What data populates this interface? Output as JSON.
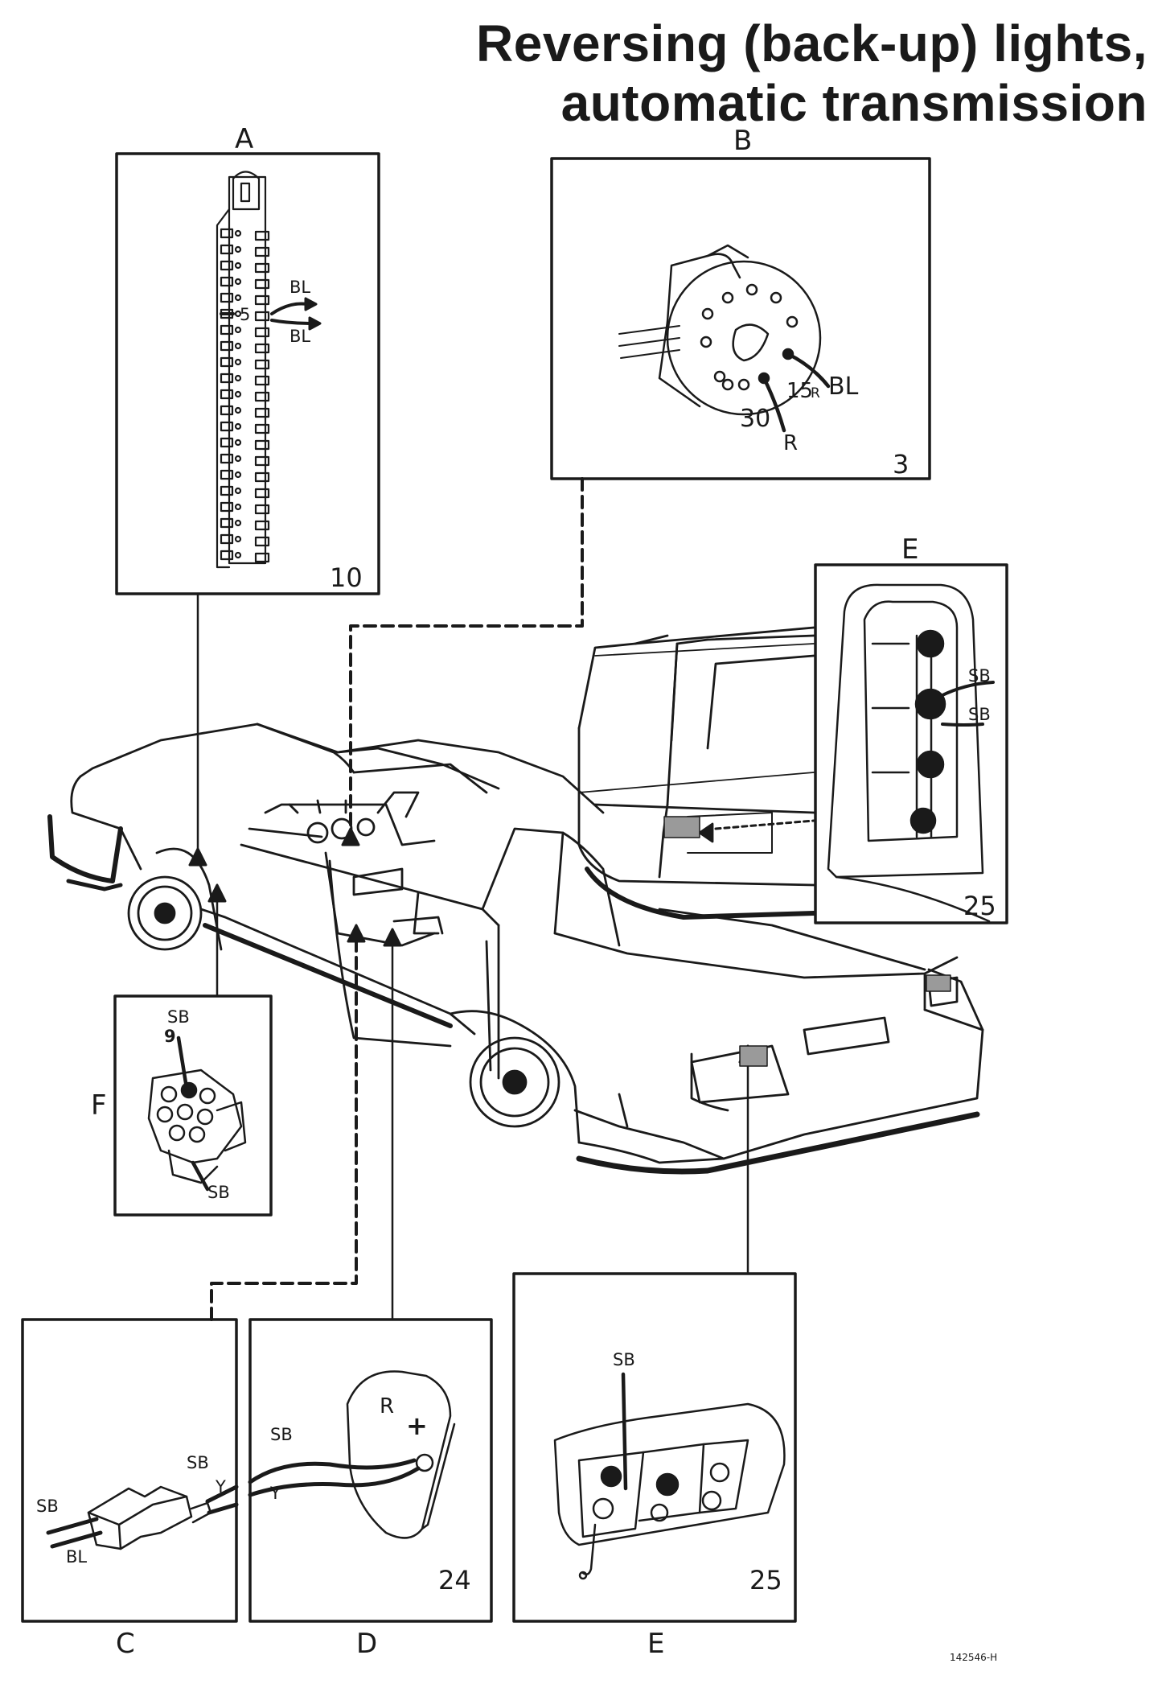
{
  "title": {
    "line1": "Reversing (back-up) lights,",
    "line2": "automatic transmission"
  },
  "panels": {
    "A": {
      "letter": "A",
      "number": "10",
      "labels": {
        "bl_top": "BL",
        "bl_bottom": "BL",
        "pin": "5"
      }
    },
    "B": {
      "letter": "B",
      "number": "3",
      "labels": {
        "term15": "15",
        "term15_sub": "R",
        "bl": "BL",
        "term30": "30",
        "r": "R"
      }
    },
    "E_top": {
      "letter": "E",
      "number": "25",
      "labels": {
        "sb1": "SB",
        "sb2": "SB"
      }
    },
    "F": {
      "letter": "F",
      "labels": {
        "sb_top": "SB",
        "pin9": "9",
        "sb_bottom": "SB"
      }
    },
    "C": {
      "letter": "C",
      "labels": {
        "sb_left": "SB",
        "bl": "BL",
        "sb_right": "SB",
        "y": "Y"
      }
    },
    "D": {
      "letter": "D",
      "number": "24",
      "labels": {
        "sb": "SB",
        "y": "Y",
        "r": "R",
        "plus": "+"
      }
    },
    "E_bottom": {
      "letter": "E",
      "number": "25",
      "labels": {
        "sb": "SB"
      }
    }
  },
  "reference": "142546-H",
  "colors": {
    "ink": "#1a1a1a",
    "paper": "#ffffff"
  }
}
